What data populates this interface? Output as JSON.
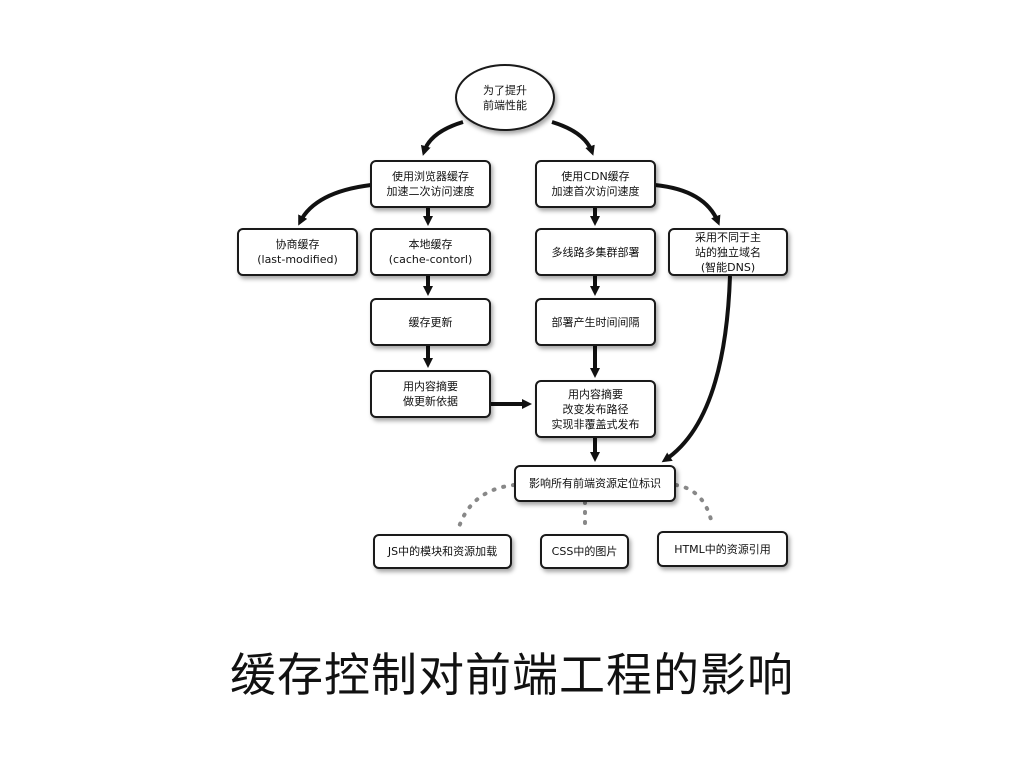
{
  "nodes": {
    "root": [
      "为了提升",
      "前端性能"
    ],
    "browser_cache": [
      "使用浏览器缓存",
      "加速二次访问速度"
    ],
    "cdn_cache": [
      "使用CDN缓存",
      "加速首次访问速度"
    ],
    "negotiate": [
      "协商缓存",
      "(last-modified)"
    ],
    "local": [
      "本地缓存",
      "(cache-contorl)"
    ],
    "multiline": [
      "多线路多集群部署"
    ],
    "dns": [
      "采用不同于主",
      "站的独立域名",
      "(智能DNS)"
    ],
    "update": [
      "缓存更新"
    ],
    "deploy_gap": [
      "部署产生时间间隔"
    ],
    "digest": [
      "用内容摘要",
      "做更新依据"
    ],
    "digest2": [
      "用内容摘要",
      "改变发布路径",
      "实现非覆盖式发布"
    ],
    "affect": [
      "影响所有前端资源定位标识"
    ],
    "js": [
      "JS中的模块和资源加载"
    ],
    "css": [
      "CSS中的图片"
    ],
    "html": [
      "HTML中的资源引用"
    ]
  },
  "title": "缓存控制对前端工程的影响"
}
